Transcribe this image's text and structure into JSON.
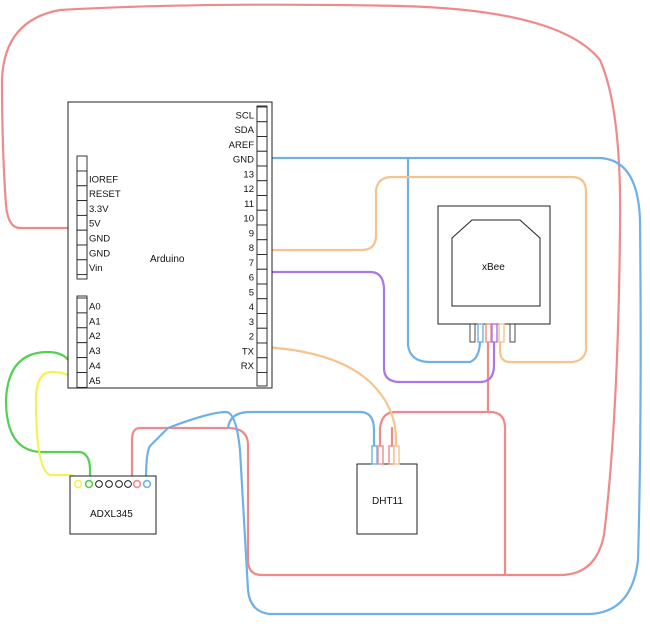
{
  "colors": {
    "red": "#f08a8a",
    "blue": "#6fb0e8",
    "orange": "#f5c48c",
    "purple": "#a878e8",
    "green": "#52d152",
    "yellow": "#f2f252"
  },
  "arduino": {
    "label": "Arduino",
    "right_pins": [
      "SCL",
      "SDA",
      "AREF",
      "GND",
      "13",
      "12",
      "11",
      "10",
      "9",
      "8",
      "7",
      "6",
      "5",
      "4",
      "3",
      "2",
      "TX",
      "RX"
    ],
    "power_pins": [
      "IOREF",
      "RESET",
      "3.3V",
      "5V",
      "GND",
      "GND",
      "Vin"
    ],
    "analog_pins": [
      "A0",
      "A1",
      "A2",
      "A3",
      "A4",
      "A5"
    ]
  },
  "xbee": {
    "label": "xBee"
  },
  "dht11": {
    "label": "DHT11"
  },
  "adxl345": {
    "label": "ADXL345"
  }
}
